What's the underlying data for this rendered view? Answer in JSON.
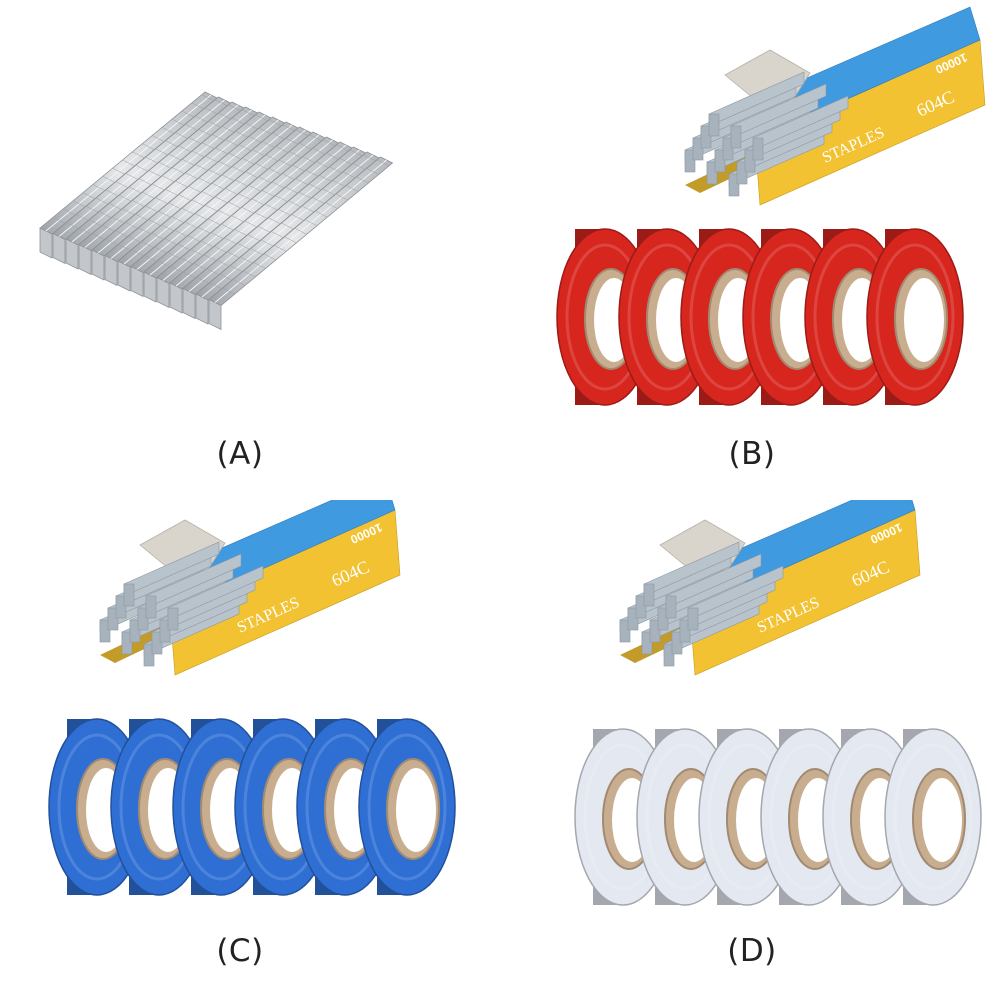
{
  "panels": [
    {
      "id": "A",
      "label": "(A)",
      "contents": [
        "staples-loose"
      ]
    },
    {
      "id": "B",
      "label": "(B)",
      "contents": [
        "staples-box",
        "tape-rolls"
      ],
      "tape_color": "#d7261e"
    },
    {
      "id": "C",
      "label": "(C)",
      "contents": [
        "staples-box",
        "tape-rolls"
      ],
      "tape_color": "#2f6fd4"
    },
    {
      "id": "D",
      "label": "(D)",
      "contents": [
        "staples-box",
        "tape-rolls"
      ],
      "tape_color": "#e4e8f0"
    }
  ],
  "staples_box": {
    "brand_text": "STAPLES",
    "model_text": "604C",
    "count_text": "10000",
    "box_colors": {
      "yellow": "#f2c232",
      "blue": "#3f9ae0",
      "flap": "#d9d4cc"
    }
  },
  "tape": {
    "rolls_per_panel": 6,
    "core_color": "#c9ad8f"
  }
}
